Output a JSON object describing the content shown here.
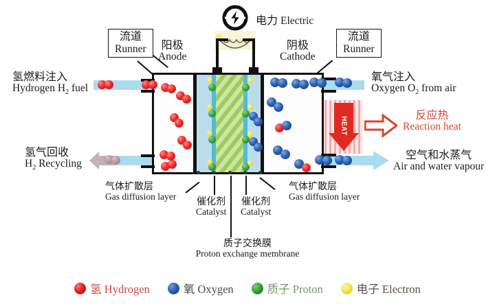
{
  "diagram": {
    "title_alt": "Proton exchange membrane fuel cell schematic",
    "callouts": {
      "runner_left": {
        "cn": "流道",
        "en": "Runner"
      },
      "runner_right": {
        "cn": "流道",
        "en": "Runner"
      },
      "anode": {
        "cn": "阳极",
        "en": "Anode"
      },
      "cathode": {
        "cn": "阴极",
        "en": "Cathode"
      },
      "electric": {
        "cn": "电力",
        "en": "Electric",
        "icon": "lightning-bolt-circle-icon"
      },
      "hydrogen_in": {
        "cn": "氢燃料注入",
        "en": "Hydrogen H",
        "en_sub": "2",
        "en_tail": " fuel"
      },
      "hydrogen_out": {
        "cn": "氢气回收",
        "en": "H",
        "en_sub": "2",
        "en_tail": " Recycling"
      },
      "oxygen_in": {
        "cn": "氧气注入",
        "en": "Oxygen O",
        "en_sub": "2",
        "en_tail": " from air"
      },
      "reaction_heat": {
        "cn": "反应热",
        "en": "Reaction heat",
        "color": "#d9442e"
      },
      "air_out": {
        "cn": "空气和水蒸气",
        "en": "Air and water vapour"
      },
      "gdl_left": {
        "cn": "气体扩散层",
        "en": "Gas diffusion layer"
      },
      "gdl_right": {
        "cn": "气体扩散层",
        "en": "Gas diffusion layer"
      },
      "catalyst_left": {
        "cn": "催化剂",
        "en": "Catalyst"
      },
      "catalyst_right": {
        "cn": "催化剂",
        "en": "Catalyst"
      },
      "membrane": {
        "cn": "质子交换膜",
        "en": "Proton exchange membrane"
      },
      "heat_badge": {
        "en": "HEAT"
      }
    },
    "colors": {
      "hydrogen": "#e02020",
      "oxygen": "#2a5fb0",
      "proton": "#3aa13a",
      "electron": "#ece146",
      "gas_diffusion_layer": "#bcdcec",
      "catalyst": "#4fbcd8",
      "membrane": "#b9d98a",
      "flow_band": "#aadcee",
      "heat": "#d9442e",
      "frame": "#111111"
    }
  },
  "legend": {
    "items": [
      {
        "dot": "#e02020",
        "cn": "氢",
        "en": "Hydrogen",
        "text_color": "#cf4747",
        "icon": "hydrogen-dot-icon"
      },
      {
        "dot": "#2a5fb0",
        "cn": "氧",
        "en": "Oxygen",
        "text_color": "#4a4a4a",
        "icon": "oxygen-dot-icon"
      },
      {
        "dot": "#3aa13a",
        "cn": "质子",
        "en": "Proton",
        "text_color": "#6f9a66",
        "icon": "proton-dot-icon"
      },
      {
        "dot": "#ece146",
        "cn": "电子",
        "en": "Electron",
        "text_color": "#5a5147",
        "icon": "electron-dot-icon"
      }
    ]
  }
}
